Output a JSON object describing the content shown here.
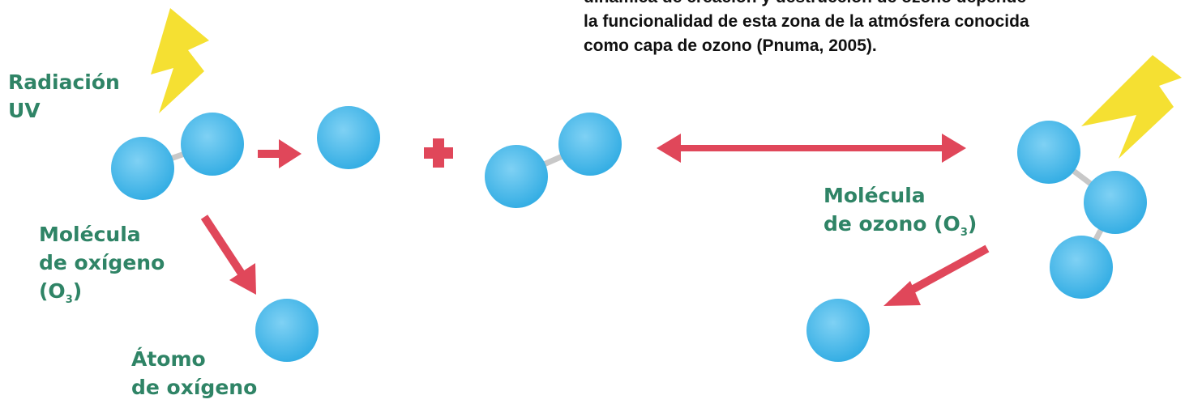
{
  "description": {
    "lines": [
      "dinámica de creación y destrucción de ozono depende",
      "la funcionalidad de esta zona de la atmósfera conocida",
      "como capa de ozono (Pnuma, 2005)."
    ]
  },
  "labels": {
    "uv": [
      "Radiación",
      "UV"
    ],
    "oxygen_molecule": {
      "lines": [
        "Molécula",
        "de oxígeno"
      ],
      "formula_prefix": "(O",
      "formula_subscript": "3",
      "formula_suffix": ")"
    },
    "oxygen_atom": [
      "Átomo",
      "de oxígeno"
    ],
    "ozone_molecule": {
      "line1": "Molécula",
      "formula_prefix": "de ozono (O",
      "formula_subscript": "3",
      "formula_suffix": ")"
    }
  },
  "colors": {
    "atom": "#35aee4",
    "atom_highlight": "#7fd1f4",
    "bond": "#c8c8c8",
    "arrow": "#e0475a",
    "lightning": "#f5e032",
    "label": "#2f8466"
  },
  "icons": [
    "lightning-icon",
    "plus-icon",
    "arrow-icon"
  ]
}
